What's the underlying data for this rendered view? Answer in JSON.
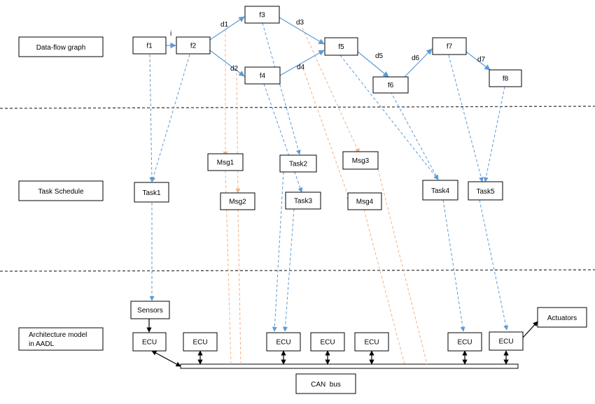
{
  "layers": {
    "dataflow": "Data-flow graph",
    "tasks": "Task Schedule",
    "arch": "Architecture model\nin AADL"
  },
  "functions": [
    "f1",
    "f2",
    "f3",
    "f4",
    "f5",
    "f6",
    "f7",
    "f8"
  ],
  "edge_labels": [
    "i",
    "d1",
    "d2",
    "d3",
    "d4",
    "d5",
    "d6",
    "d7"
  ],
  "tasks": [
    "Task1",
    "Task2",
    "Task3",
    "Task4",
    "Task5"
  ],
  "messages": [
    "Msg1",
    "Msg2",
    "Msg3",
    "Msg4"
  ],
  "hardware": {
    "ecu": "ECU",
    "sensors": "Sensors",
    "actuators": "Actuators",
    "bus": "CAN  bus"
  },
  "colors": {
    "function_flow": "#5b9bd5",
    "message_flow": "#f4b183",
    "line": "#000000",
    "separator": "#404040"
  }
}
